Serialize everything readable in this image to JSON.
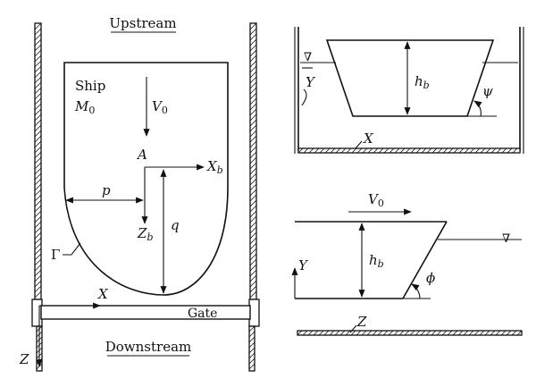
{
  "labels": {
    "upstream": "Upstream",
    "downstream": "Downstream",
    "ship": "Ship",
    "m0_main": "M",
    "m0_sub": "0",
    "v0_main": "V",
    "v0_sub": "0",
    "a": "A",
    "xb_main": "X",
    "xb_sub": "b",
    "zb_main": "Z",
    "zb_sub": "b",
    "p": "p",
    "q": "q",
    "gamma": "Γ",
    "x": "X",
    "z": "Z",
    "gate": "Gate",
    "hb_main": "h",
    "hb_sub": "b",
    "psi": "ψ",
    "phi": "ϕ",
    "y": "Y",
    "water_symbol": "∇"
  }
}
